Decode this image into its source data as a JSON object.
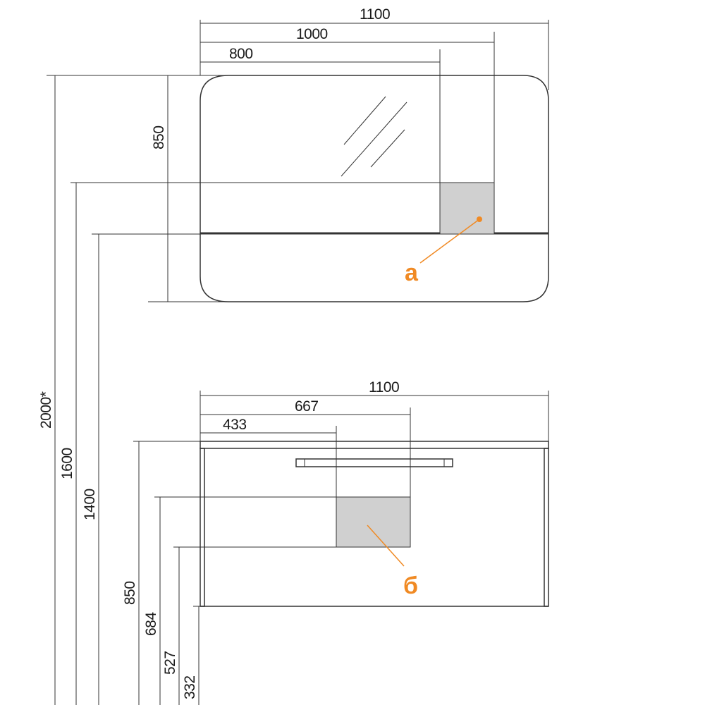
{
  "colors": {
    "line": "#333333",
    "zone_fill": "#d0d0d0",
    "callout": "#f08a24",
    "text": "#1a1a1a"
  },
  "mirror": {
    "dims": {
      "w1100": "1100",
      "w1000": "1000",
      "w800": "800",
      "h850": "850"
    },
    "callout_label": "а"
  },
  "cabinet": {
    "dims": {
      "w1100": "1100",
      "w667": "667",
      "w433": "433"
    },
    "callout_label": "б"
  },
  "heights": {
    "h2000": "2000*",
    "h1600": "1600",
    "h1400": "1400",
    "h850": "850",
    "h684": "684",
    "h527": "527",
    "h332": "332"
  }
}
